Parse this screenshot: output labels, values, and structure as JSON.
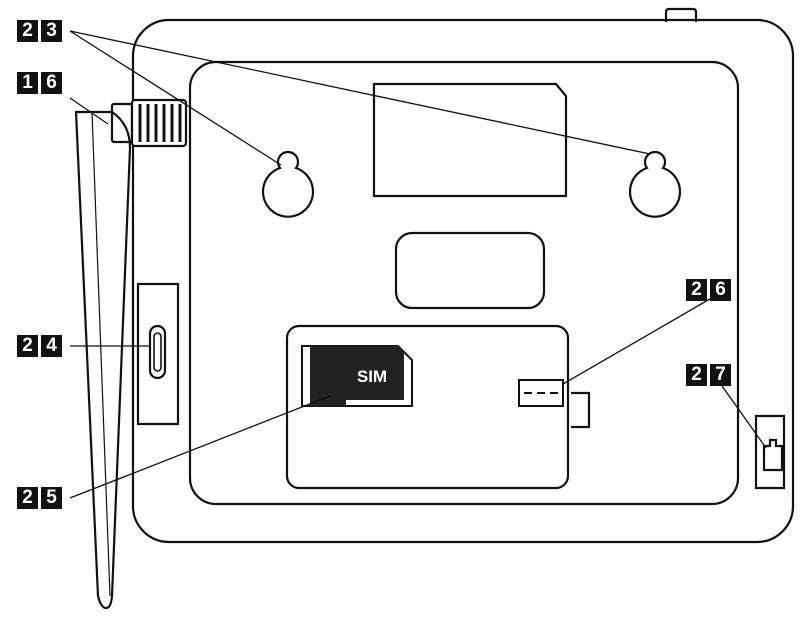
{
  "callouts": [
    {
      "id": "c23",
      "d1": "2",
      "d2": "3"
    },
    {
      "id": "c16",
      "d1": "1",
      "d2": "6"
    },
    {
      "id": "c26",
      "d1": "2",
      "d2": "6"
    },
    {
      "id": "c24",
      "d1": "2",
      "d2": "4"
    },
    {
      "id": "c27",
      "d1": "2",
      "d2": "7"
    },
    {
      "id": "c25",
      "d1": "2",
      "d2": "5"
    }
  ],
  "sim_label": "SIM",
  "icons": [
    "antenna",
    "wall-mount-keyhole",
    "usb-c-port",
    "sim-card",
    "connector-header",
    "phone-jack"
  ]
}
